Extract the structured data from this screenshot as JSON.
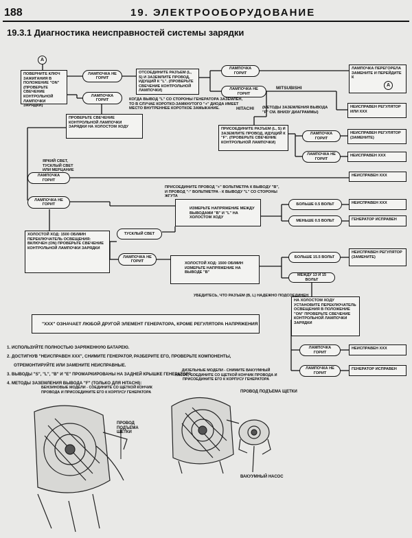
{
  "header": {
    "page_number": "188",
    "chapter_title": "19. ЭЛЕКТРООБОРУДОВАНИЕ"
  },
  "section_title": "19.3.1 Диагностика неисправностей системы зарядки",
  "flowchart": {
    "marker_a": "A",
    "start_box": "ПОВЕРНИТЕ КЛЮЧ ЗАЖИГАНИЯ В ПОЛОЖЕНИЕ \"ON\" (ПРОВЕРЬТЕ СВЕЧЕНИЕ КОНТРОЛЬНОЙ ЛАМПОЧКИ ЗАРЯДКИ)",
    "lamp_off_1": "ЛАМПОЧКА НЕ ГОРИТ",
    "lamp_on_1": "ЛАМПОЧКА ГОРИТ",
    "disconnect_box": "ОТСОЕДИНИТЕ РАЗЪЕМ (L, S) И ЗАЗЕМЛИТЕ ПРОВОД, ИДУЩИЙ К \"L\". (ПРОВЕРЬТЕ СВЕЧЕНИЕ КОНТРОЛЬНОЙ ЛАМПОЧКИ)",
    "shorted_note": "КОГДА ВЫВОД \"L\" СО СТОРОНЫ ГЕНЕРАТОРА ЗАЗЕМЛЕН, ТО В СЛУЧАЕ КОРОТКО-ЗАМКНУТОГО \"+\" ДИОДА ИМЕЕТ МЕСТО ВНУТРЕННЕЕ КОРОТКОЕ ЗАМЫКАНИЕ.",
    "lamp_on_2": "ЛАМПОЧКА ГОРИТ",
    "lamp_off_2": "ЛАМПОЧКА НЕ ГОРИТ",
    "lamp_burnt": "ЛАМПОЧКА ПЕРЕГОРЕЛА ЗАМЕНИТЕ И ПЕРЕЙДИТЕ К",
    "mitsubishi": "MITSUBISHI",
    "hitachi": "HITACHI",
    "hitachi_note": "(МЕТОДЫ ЗАЗЕМЛЕНИЯ ВЫВОДА \"F\" СМ. ВНИЗУ ДИАГРАММЫ)",
    "regulator_fault_1": "НЕИСПРАВЕН РЕГУЛЯТОР ИЛИ XXX",
    "connect_box": "ПРИСОЕДИНИТЕ РАЗЪЕМ (L, S) И ЗАЗЕМЛИТЕ ПРОВОД, ИДУЩИЙ К \"F\". (ПРОВЕРЬТЕ СВЕЧЕНИЕ КОНТРОЛЬНОЙ ЛАМПОЧКИ)",
    "lamp_on_3": "ЛАМПОЧКА ГОРИТ",
    "lamp_off_3": "ЛАМПОЧКА НЕ ГОРИТ",
    "regulator_fault_2": "НЕИСПРАВЕН РЕГУЛЯТОР (ЗАМЕНИТЕ)",
    "xxx_fault_1": "НЕИСПРАВЕН XXX",
    "check_idle_box": "ПРОВЕРЬТЕ СВЕЧЕНИЕ КОНТРОЛЬНОЙ ЛАМПОЧКИ ЗАРЯДКИ НА ХОЛОСТОМ ХОДУ",
    "bright_light": "ЯРКИЙ СВЕТ, ТУСКЛЫЙ СВЕТ ИЛИ МЕРЦАНИЕ",
    "lamp_on_4": "ЛАМПОЧКА ГОРИТ",
    "xxx_fault_2": "НЕИСПРАВЕН XXX",
    "lamp_off_4": "ЛАМПОЧКА НЕ ГОРИТ",
    "voltmeter_note": "ПРИСОЕДИНИТЕ ПРОВОД \"+\" ВОЛЬТМЕТРА К ВЫВОДУ \"B\", И ПРОВОД \"-\" ВОЛЬТМЕТРА - К ВЫВОДУ \"L\" СО СТОРОНЫ ЖГУТА",
    "measure_bl_box": "ИЗМЕРЬТЕ НАПРЯЖЕНИЕ МЕЖДУ ВЫВОДАМИ \"B\" И \"L\" НА ХОЛОСТОМ ХОДУ",
    "more_05": "БОЛЬШЕ 0.5 ВОЛЬТ",
    "xxx_fault_3": "НЕИСПРАВЕН XXX",
    "less_05": "МЕНЬШЕ 0.5 ВОЛЬТ",
    "gen_ok_1": "ГЕНЕРАТОР ИСПРАВЕН",
    "idle_box": "ХОЛОСТОЙ ХОД: 1500 ОБ/МИН ПЕРЕКЛЮЧАТЕЛЬ ОСВЕЩЕНИЯ: ВКЛЮЧЕН (ON) ПРОВЕРЬТЕ СВЕЧЕНИЕ КОНТРОЛЬНОЙ ЛАМПОЧКИ ЗАРЯДКИ",
    "dim_light": "ТУСКЛЫЙ СВЕТ",
    "lamp_off_5": "ЛАМПОЧКА НЕ ГОРИТ",
    "measure_b_box": "ХОЛОСТОЙ ХОД: 1500 ОБ/МИН ИЗМЕРЬТЕ НАПРЯЖЕНИЕ НА ВЫВОДЕ \"B\"",
    "more_155": "БОЛЬШЕ 15.5 ВОЛЬТ",
    "regulator_fault_3": "НЕИСПРАВЕН РЕГУЛЯТОР (ЗАМЕНИТЕ)",
    "between_13_15": "МЕЖДУ 13 И 15 ВОЛЬТ",
    "connector_note": "УБЕДИТЕСЬ, ЧТО РАЗЪЕМ (B, L) НАДЕЖНО ПОДСОЕДИНЕН",
    "headlight_box": "НА ХОЛОСТОМ ХОДУ УСТАНОВИТЕ ПЕРЕКЛЮЧАТЕЛЬ ОСВЕЩЕНИЯ В ПОЛОЖЕНИЕ \"ON\" ПРОВЕРЬТЕ СВЕЧЕНИЕ КОНТРОЛЬНОЙ ЛАМПОЧКИ ЗАРЯДКИ",
    "lamp_on_5": "ЛАМПОЧКА ГОРИТ",
    "xxx_fault_4": "НЕИСПРАВЕН XXX",
    "lamp_off_6": "ЛАМПОЧКА НЕ ГОРИТ",
    "gen_ok_2": "ГЕНЕРАТОР ИСПРАВЕН"
  },
  "xxx_definition": "\"XXX\" ОЗНАЧАЕТ ЛЮБОЙ ДРУГОЙ ЭЛЕМЕНТ ГЕНЕРАТОРА, КРОМЕ РЕГУЛЯТОРА НАПРЯЖЕНИЯ",
  "notes": [
    "1. ИСПОЛЬЗУЙТЕ ПОЛНОСТЬЮ ЗАРЯЖЕННУЮ БАТАРЕЮ.",
    "2. ДОСТИГНУВ \"НЕИСПРАВЕН XXX\", СНИМИТЕ ГЕНЕРАТОР, РАЗБЕРИТЕ ЕГО, ПРОВЕРЬТЕ КОМПОНЕНТЫ,",
    "ОТРЕМОНТИРУЙТЕ ИЛИ ЗАМЕНИТЕ НЕИСПРАВНЫЕ.",
    "3. ВЫВОДЫ \"S\", \"L\", \"B\" И \"E\" ПРОМАРКИРОВАНЫ НА ЗАДНЕЙ КРЫШКЕ ГЕНЕРАТОРА.",
    "4. МЕТОДЫ ЗАЗЕМЛЕНИЯ ВЫВОДА \"F\" (ТОЛЬКО ДЛЯ HITACHI):"
  ],
  "figures": {
    "petrol_caption": "БЕНЗИНОВЫЕ МОДЕЛИ - СОЕДИНИТЕ СО ЩЕТКОЙ КОНЧИК ПРОВОДА И ПРИСОЕДИНИТЕ ЕГО К КОРПУСУ ГЕНЕРАТОРА",
    "diesel_caption": "ДИЗЕЛЬНЫЕ МОДЕЛИ - СНИМИТЕ ВАКУУМНЫЙ НАСОС, СОЕДИНИТЕ СО ЩЕТКОЙ КОНЧИК ПРОВОДА И ПРИСОЕДИНИТЕ ЕГО К КОРПУСУ ГЕНЕРАТОРА",
    "brush_wire_left": "ПРОВОД ПОДЪЕМА ЩЕТКИ",
    "brush_wire_right": "ПРОВОД ПОДЪЕМА ЩЕТКИ",
    "vacuum_pump": "ВАКУУМНЫЙ НАСОС"
  }
}
